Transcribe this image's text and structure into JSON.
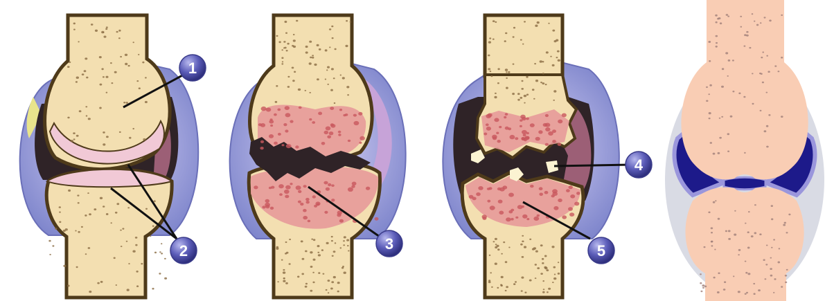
{
  "markers": [
    {
      "id": "1",
      "label": "1"
    },
    {
      "id": "2",
      "label": "2"
    },
    {
      "id": "3",
      "label": "3"
    },
    {
      "id": "4",
      "label": "4"
    },
    {
      "id": "5",
      "label": "5"
    }
  ],
  "colors": {
    "bone": "#f3dfb1",
    "bone_outline": "#4e3a1a",
    "bone_dots": "#8a6b43",
    "cartilage": "#f1c9d6",
    "inflamed_bone": "#e79a9a",
    "inflamed_dots": "#c8585e",
    "capsule_outer": "#8f96d6",
    "capsule_inner": "#c7c2ef",
    "joint_cavity": "#3b2a32",
    "synovium": "#9c5f76",
    "marker_fill": "#5b5cb8",
    "healthy_bone": "#f9cdb4",
    "healthy_dots": "#a07f79",
    "healthy_capsule": "#d9dbe4",
    "healthy_fluid": "#1d1a8a",
    "healthy_fluid_light": "#9a96dc"
  }
}
